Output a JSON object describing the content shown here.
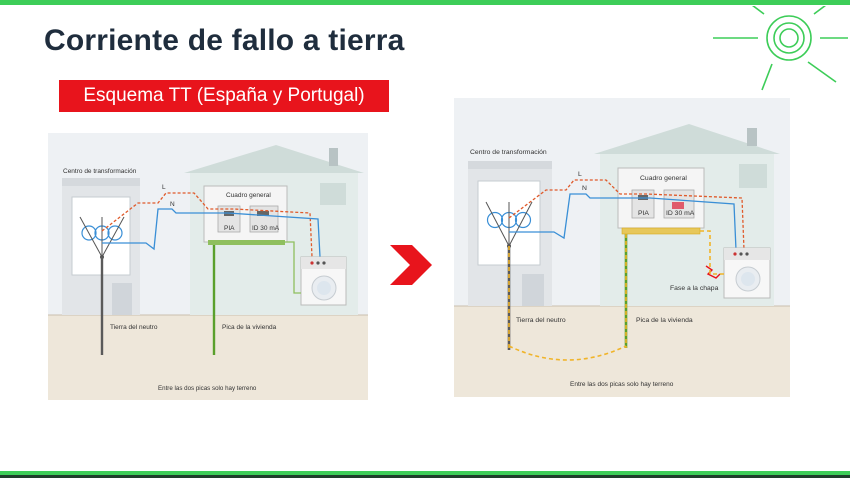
{
  "slide": {
    "title": "Corriente de fallo a tierra",
    "subtitle": "Esquema TT (España y Portugal)"
  },
  "colors": {
    "accent_green": "#3dcd58",
    "subtitle_red": "#e8141c",
    "title_navy": "#1f2d3d",
    "phase_line": "#e05a2b",
    "neutral_line": "#3a8fd6",
    "fault_path": "#f0b429",
    "earth_rod": "#5aa02c"
  },
  "diagram_left": {
    "transformer_label": "Centro de transformación",
    "panel_label": "Cuadro general",
    "line_L": "L",
    "line_N": "N",
    "breaker_pia": "PIA",
    "breaker_id": "ID 30 mA",
    "rod_neutral_label": "Tierra del neutro",
    "rod_house_label": "Pica de la vivienda",
    "ground_note": "Entre las dos picas solo hay terreno"
  },
  "diagram_right": {
    "transformer_label": "Centro de transformación",
    "panel_label": "Cuadro general",
    "line_L": "L",
    "line_N": "N",
    "breaker_pia": "PIA",
    "breaker_id": "ID 30 mA",
    "fault_label": "Fase a la chapa",
    "rod_neutral_label": "Tierra del neutro",
    "rod_house_label": "Pica de la vivienda",
    "ground_note": "Entre las dos picas solo hay terreno"
  },
  "icons": {
    "logo": "sun-rays-icon",
    "transition": "chevron-right-icon"
  }
}
